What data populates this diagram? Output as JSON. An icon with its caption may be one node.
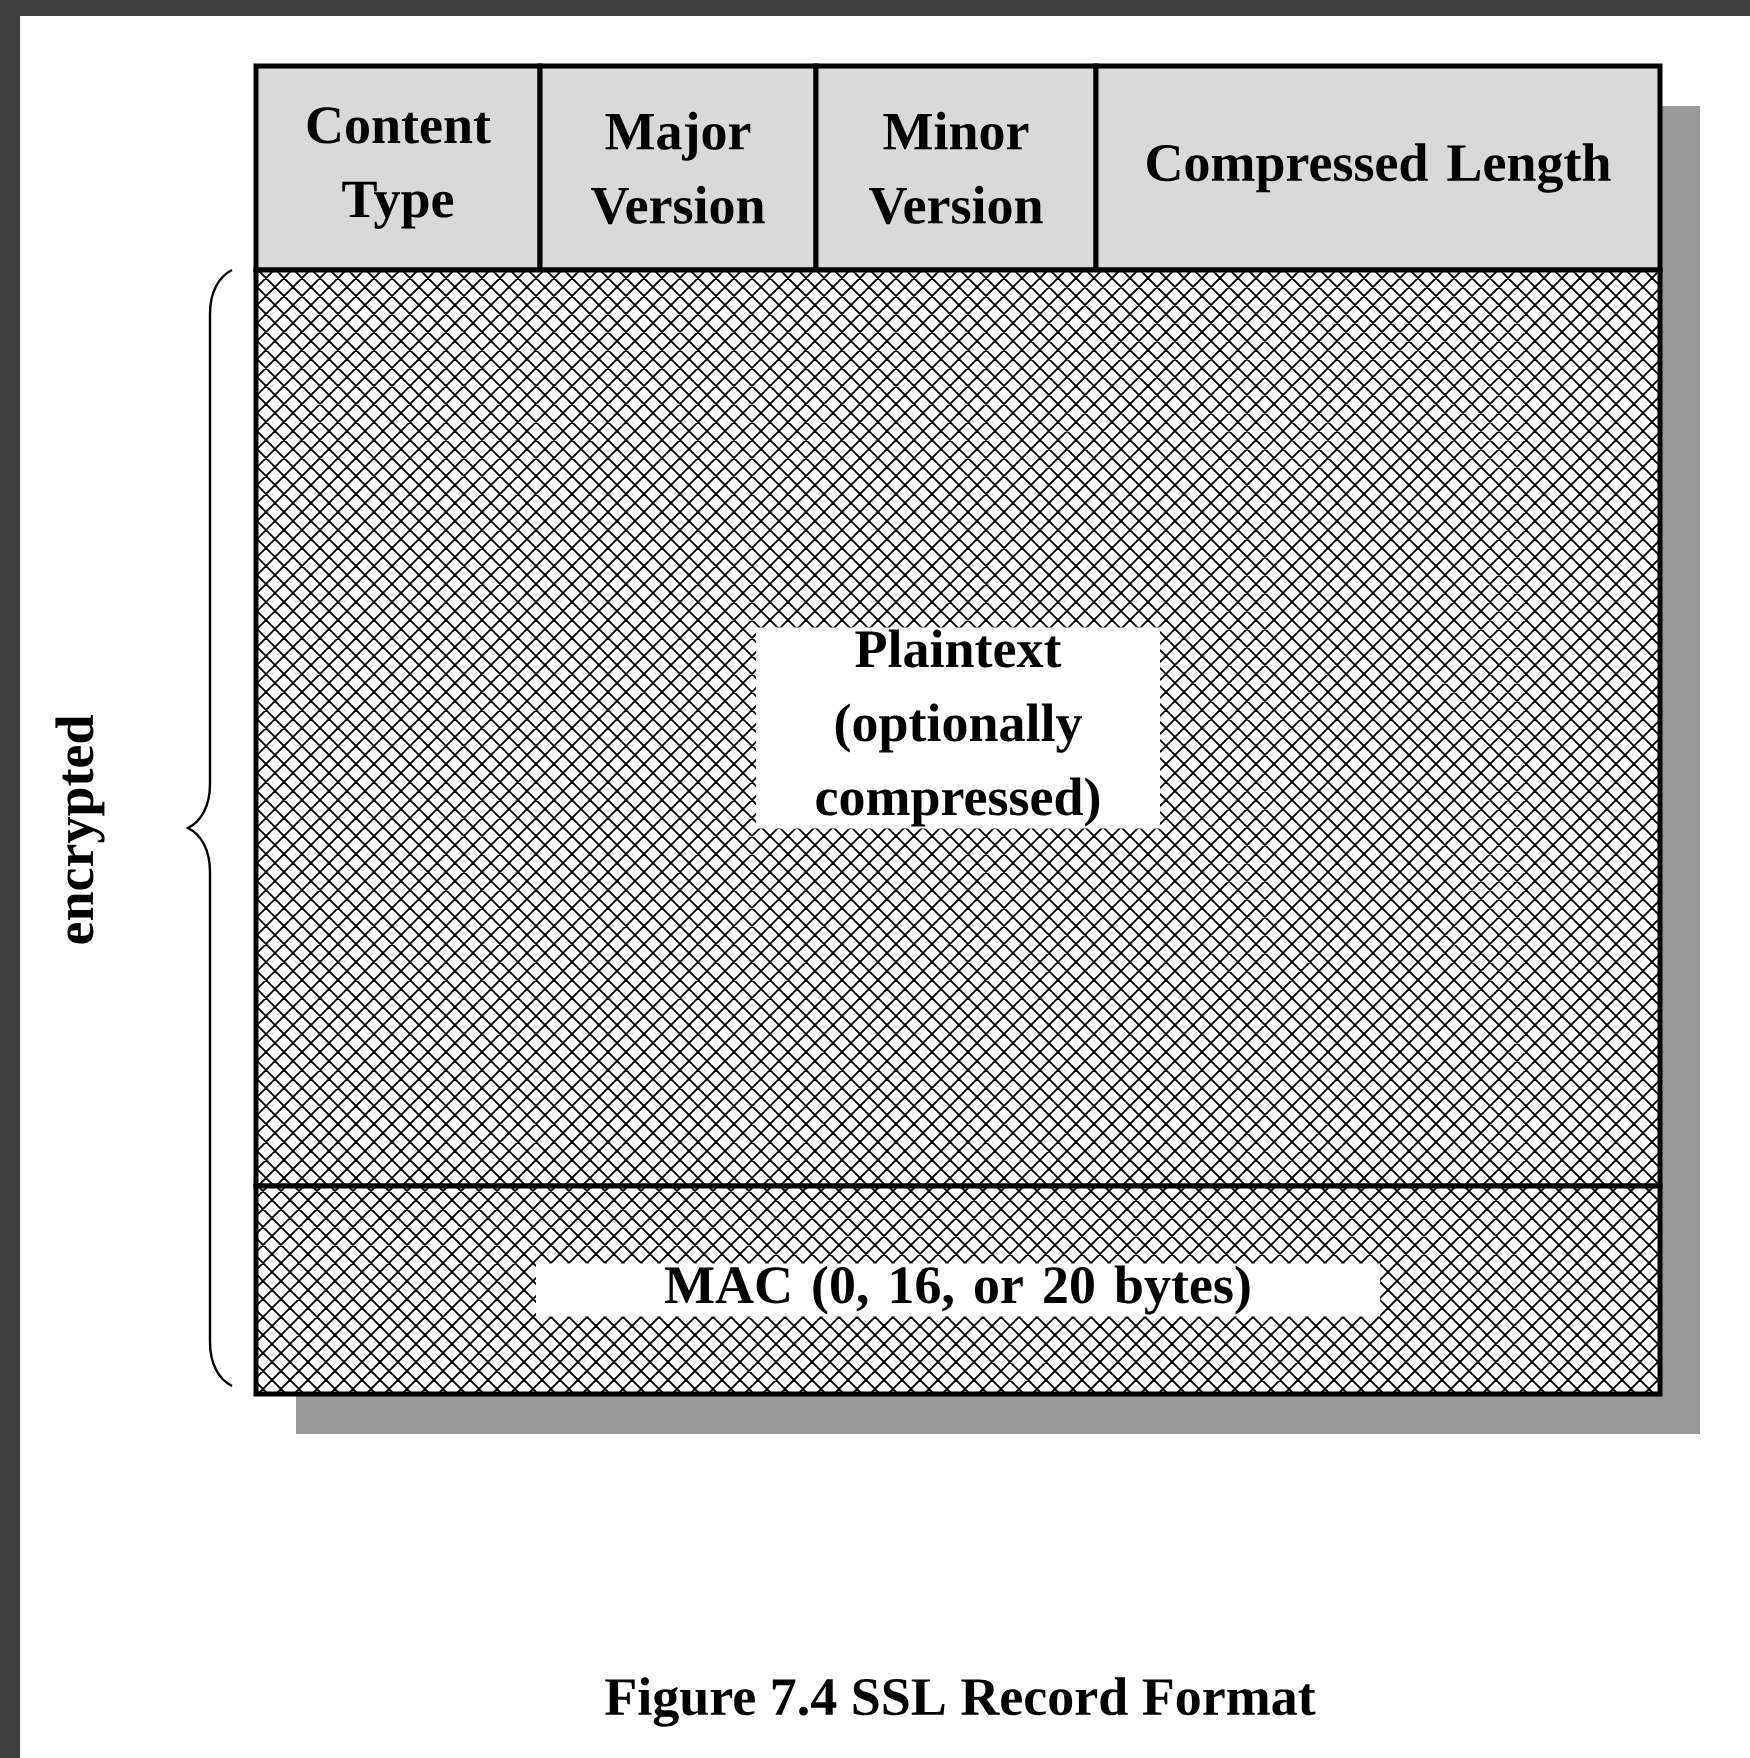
{
  "diagram": {
    "caption": "Figure 7.4 SSL Record Format",
    "nodes": [
      {
        "text": [
          "Content Type"
        ]
      },
      {
        "text": [
          "Major Version"
        ]
      },
      {
        "text": [
          "Minor Version"
        ]
      },
      {
        "text": [
          "Compressed Length"
        ]
      },
      {
        "text": [
          "Plaintext (optionally compressed)"
        ]
      },
      {
        "text": [
          "MAC (0, 16, or 20 bytes)"
        ]
      }
    ],
    "labels": [
      "encrypted"
    ]
  }
}
